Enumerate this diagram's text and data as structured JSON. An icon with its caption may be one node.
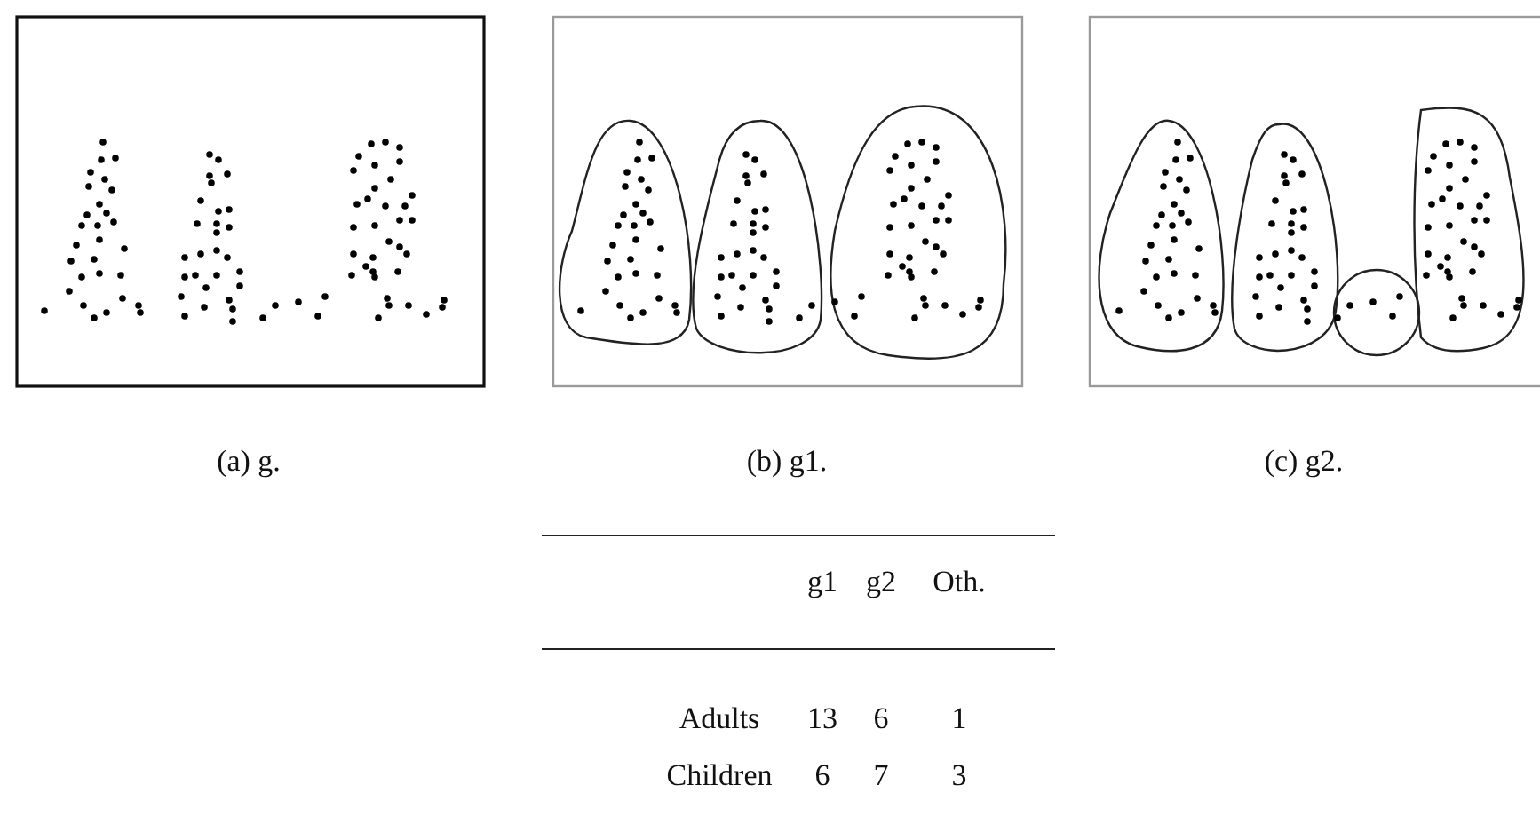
{
  "diagram": {
    "nodes": [
      {
        "text": [
          "(a) g."
        ]
      },
      {
        "text": [
          "(b) g1."
        ]
      },
      {
        "text": [
          "(c) g2."
        ]
      }
    ],
    "labels": [
      "g1",
      "g2",
      "Oth.",
      "Adults",
      "13",
      "6",
      "1",
      "Children",
      "6",
      "7",
      "3"
    ]
  }
}
